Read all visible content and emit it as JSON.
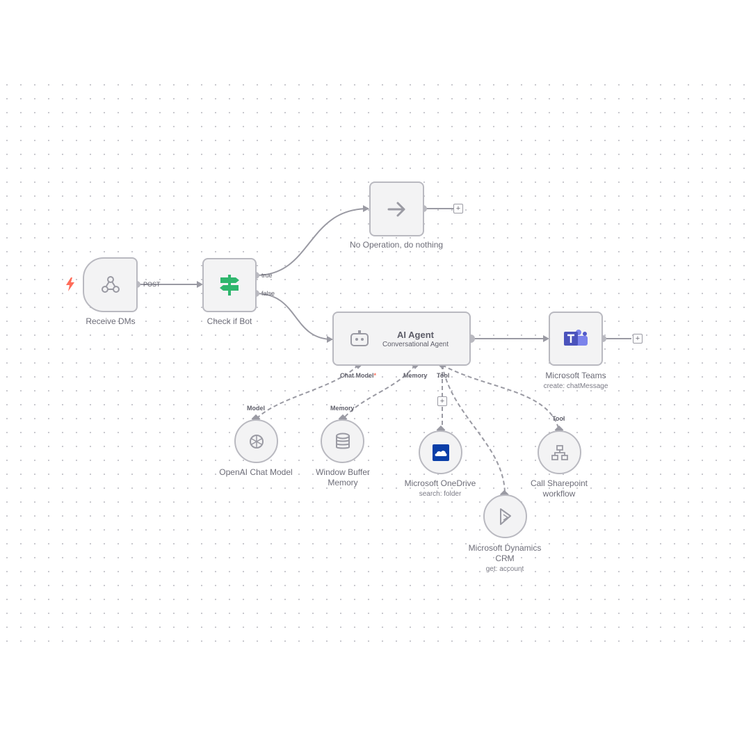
{
  "nodes": {
    "trigger": {
      "label": "Receive DMs"
    },
    "check_bot": {
      "label": "Check if Bot"
    },
    "noop": {
      "label": "No Operation, do nothing"
    },
    "agent": {
      "title": "AI Agent",
      "subtitle": "Conversational Agent"
    },
    "teams": {
      "label": "Microsoft Teams",
      "sublabel": "create: chatMessage"
    },
    "openai": {
      "label": "OpenAI Chat Model"
    },
    "memory": {
      "label_line1": "Window Buffer",
      "label_line2": "Memory"
    },
    "onedrive": {
      "label": "Microsoft OneDrive",
      "sublabel": "search: folder"
    },
    "dynamics": {
      "label_line1": "Microsoft Dynamics",
      "label_line2": "CRM",
      "sublabel": "get: account"
    },
    "sharepoint": {
      "label_line1": "Call Sharepoint",
      "label_line2": "workflow"
    }
  },
  "ports": {
    "post": "POST",
    "true": "true",
    "false": "false",
    "chat_model": "Chat Model",
    "chat_model_required": "*",
    "memory": "Memory",
    "tool": "Tool",
    "model_in": "Model",
    "memory_in": "Memory",
    "tool_in": "Tool"
  },
  "colors": {
    "canvas_dot": "#c6c6cc",
    "node_border": "#b9b9c0",
    "node_fill": "#f3f3f4",
    "edge": "#9a9aa3",
    "trigger_bolt": "#ff6d5a",
    "if_green": "#2fb66d",
    "teams_purple": "#4b53bc",
    "onedrive_blue": "#0a3ea8"
  },
  "icons": {
    "trigger": "webhook-icon",
    "bolt": "lightning-bolt-icon",
    "check_bot": "signpost-icon",
    "noop": "arrow-right-icon",
    "agent": "robot-icon",
    "teams": "microsoft-teams-icon",
    "openai": "openai-icon",
    "memory": "database-icon",
    "onedrive": "onedrive-icon",
    "dynamics": "dynamics-icon",
    "sharepoint": "workflow-icon",
    "add": "plus-icon"
  }
}
